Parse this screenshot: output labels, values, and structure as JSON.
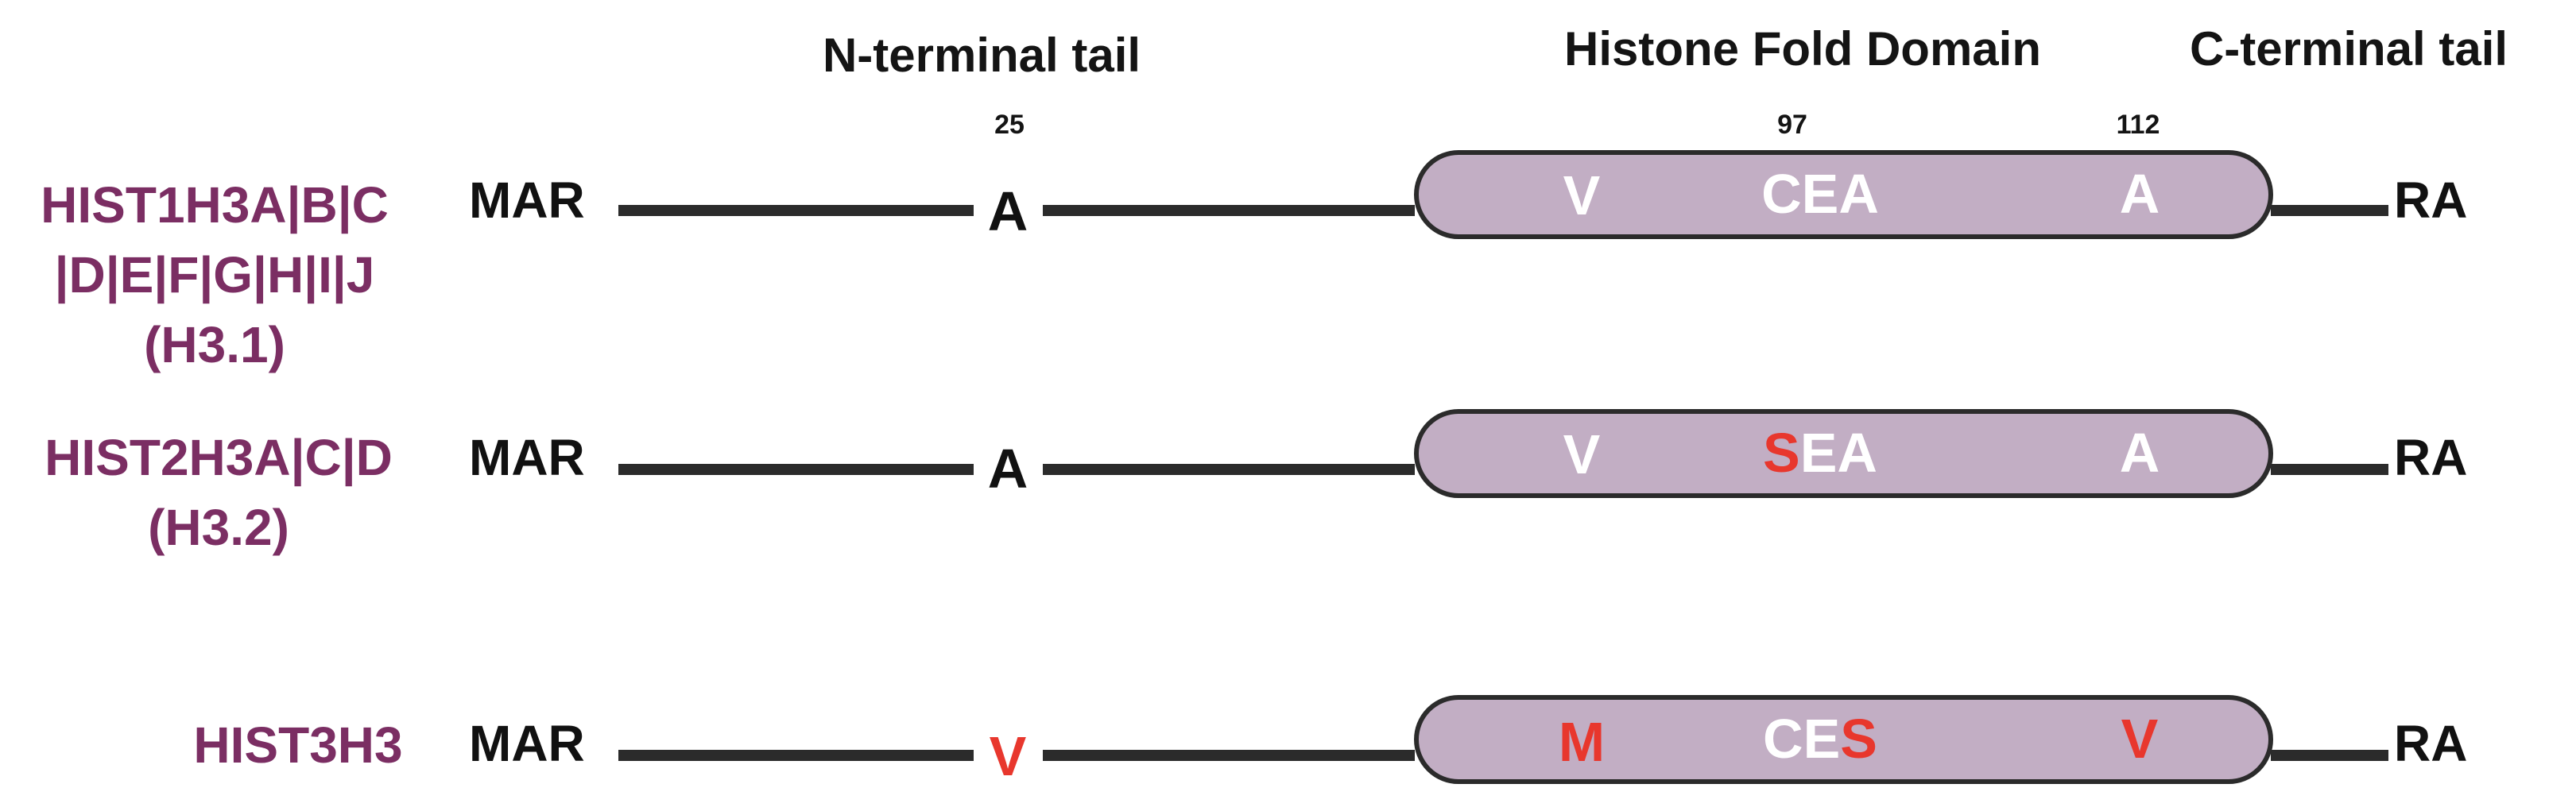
{
  "headers": {
    "n_terminal": "N-terminal tail",
    "fold_domain": "Histone Fold Domain",
    "c_terminal": "C-terminal tail"
  },
  "positions": {
    "p25": "25",
    "p97": "97",
    "p112": "112"
  },
  "colors": {
    "gene_label": "#7b2e63",
    "domain_fill": "#c2aec4",
    "conserved_residue_in_domain": "#ffffff",
    "variant_residue": "#e8372d",
    "tail_text": "#111111"
  },
  "rows": [
    {
      "gene_lines": [
        "HIST1H3A|B|C",
        "|D|E|F|G|H|I|J",
        "(H3.1)"
      ],
      "n_end": "MAR",
      "res25": "A",
      "fold_v": "V",
      "fold_ce_c": "C",
      "fold_ce_e": "E",
      "fold_ce_a": "A",
      "fold_112": "A",
      "c_end": "RA"
    },
    {
      "gene_lines": [
        "HIST2H3A|C|D",
        "(H3.2)"
      ],
      "n_end": "MAR",
      "res25": "A",
      "fold_v": "V",
      "fold_ce_c": "S",
      "fold_ce_e": "E",
      "fold_ce_a": "A",
      "fold_112": "A",
      "c_end": "RA"
    },
    {
      "gene_lines": [
        "HIST3H3"
      ],
      "n_end": "MAR",
      "res25": "V",
      "fold_v": "M",
      "fold_ce_c": "C",
      "fold_ce_e": "E",
      "fold_ce_a": "S",
      "fold_112": "V",
      "c_end": "RA"
    }
  ]
}
